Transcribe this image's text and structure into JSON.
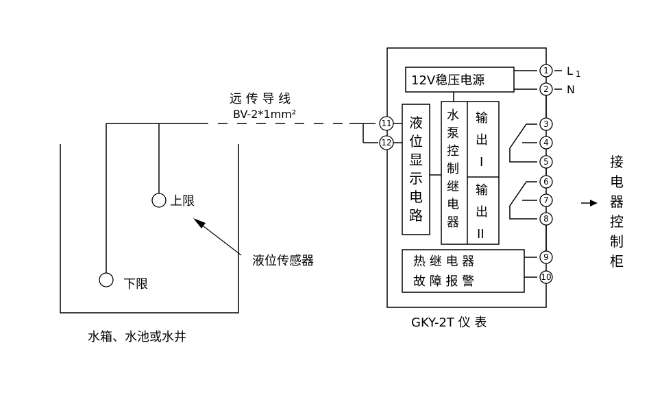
{
  "tank": {
    "label": "水箱、水池或水井",
    "upper_limit": "上限",
    "lower_limit": "下限",
    "sensor": "液位传感器"
  },
  "cable": {
    "title": "远 传 导 线",
    "spec": "BV-2*1mm²"
  },
  "instrument": {
    "name": "GKY-2T  仪 表",
    "power_supply": "12V稳压电源",
    "level_display": [
      "液",
      "位",
      "显",
      "示",
      "电",
      "路"
    ],
    "pump_relay": [
      "水",
      "泵",
      "控",
      "制",
      "继",
      "电",
      "器"
    ],
    "output1": [
      "输",
      "出",
      "I"
    ],
    "output2": [
      "输",
      "出",
      "II"
    ],
    "thermal_relay": "热 继 电 器",
    "fault_alarm": "故 障 报 警"
  },
  "terminals": [
    "1",
    "2",
    "3",
    "4",
    "5",
    "6",
    "7",
    "8",
    "9",
    "10",
    "11",
    "12"
  ],
  "supply": {
    "l1": "L",
    "l1_sub": "1",
    "n": "N"
  },
  "output_target": [
    "接",
    "电",
    "器",
    "控",
    "制",
    "柜"
  ]
}
